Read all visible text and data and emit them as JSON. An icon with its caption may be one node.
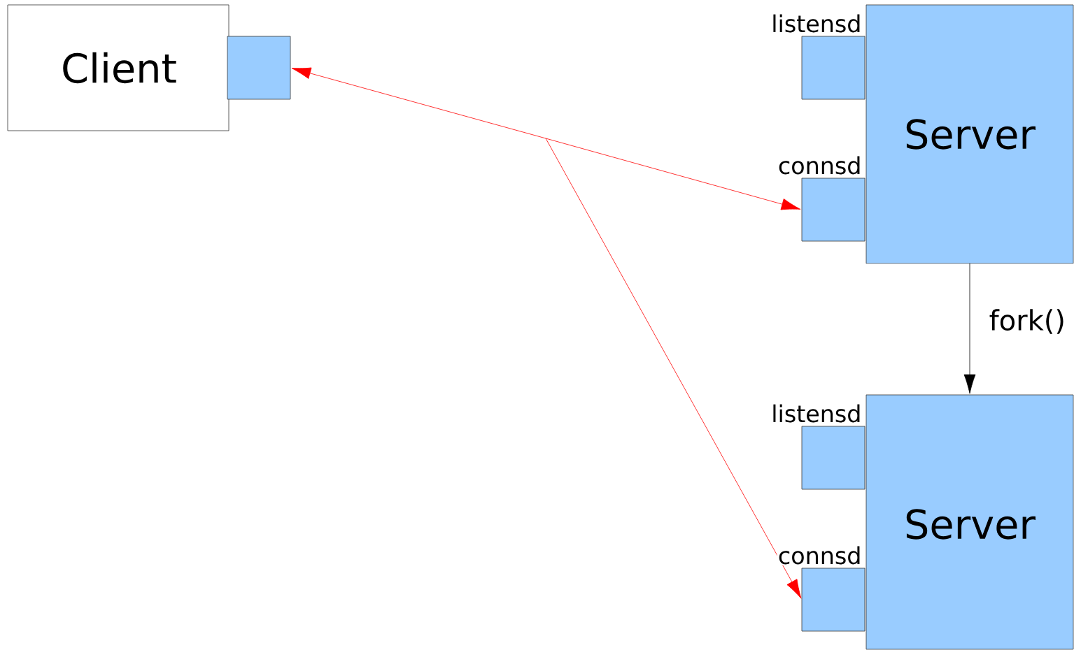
{
  "diagram": {
    "nodes": [
      {
        "text": [
          "Client"
        ]
      },
      {
        "text": [],
        "shape": "box"
      },
      {
        "text": [
          "Server"
        ]
      },
      {
        "text": [
          "listensd"
        ]
      },
      {
        "text": [
          "connsd"
        ]
      },
      {
        "text": [
          "Server"
        ]
      },
      {
        "text": [
          "listensd"
        ]
      },
      {
        "text": [
          "connsd"
        ]
      }
    ],
    "edges": [
      {
        "from": 1,
        "to": 4,
        "arrow": "both",
        "color": "#ff0000"
      },
      {
        "from": 1,
        "to": 7,
        "arrow": "both",
        "color": "#ff0000"
      },
      {
        "from": 2,
        "to": 5,
        "arrow": "to",
        "label": "fork()",
        "color": "#000000"
      }
    ]
  }
}
